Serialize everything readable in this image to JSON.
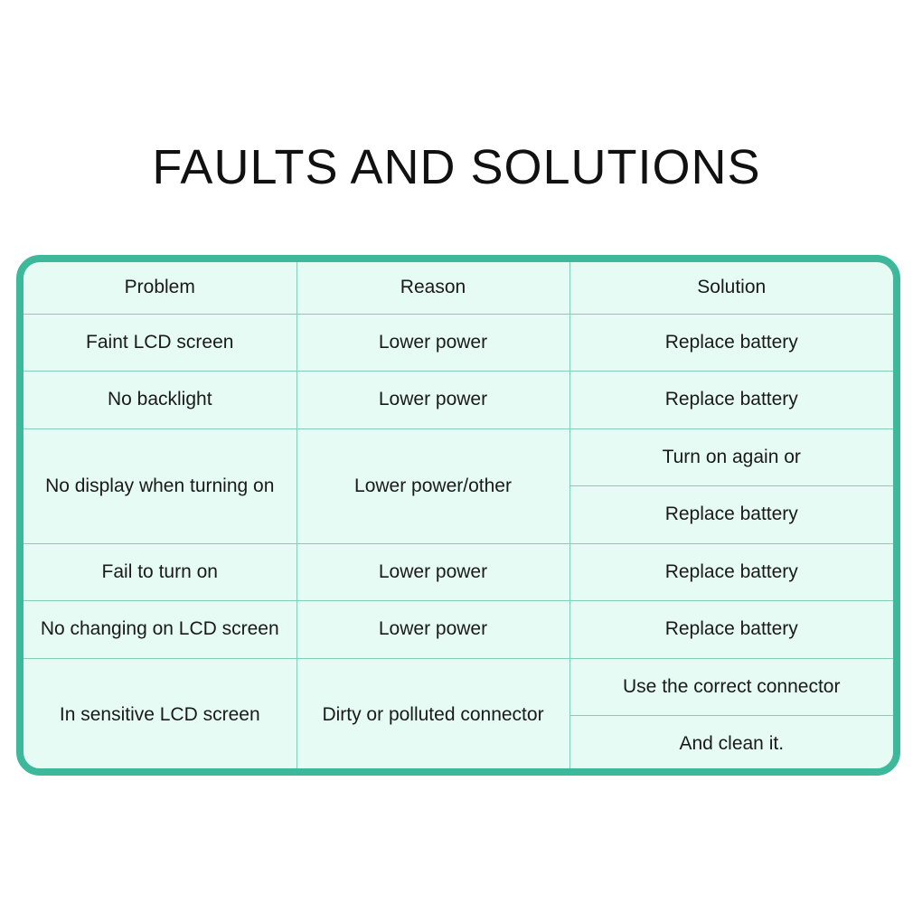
{
  "title": "FAULTS AND SOLUTIONS",
  "colors": {
    "frame": "#3db89a",
    "fill": "#e6fbf4",
    "grid": "#7fcfb9",
    "text": "#1a1a1a"
  },
  "table": {
    "headers": [
      "Problem",
      "Reason",
      "Solution"
    ],
    "rows": [
      {
        "problem": "Faint LCD screen",
        "reason": "Lower power",
        "solutions": [
          "Replace battery"
        ]
      },
      {
        "problem": "No backlight",
        "reason": "Lower power",
        "solutions": [
          "Replace battery"
        ]
      },
      {
        "problem": "No display when turning on",
        "reason": "Lower power/other",
        "solutions": [
          "Turn on again or",
          "Replace battery"
        ]
      },
      {
        "problem": "Fail to turn on",
        "reason": "Lower power",
        "solutions": [
          "Replace battery"
        ]
      },
      {
        "problem": "No changing on LCD screen",
        "reason": "Lower power",
        "solutions": [
          "Replace battery"
        ]
      },
      {
        "problem": "In sensitive LCD screen",
        "reason": "Dirty or polluted connector",
        "solutions": [
          "Use the correct connector",
          "And clean it."
        ]
      }
    ]
  }
}
